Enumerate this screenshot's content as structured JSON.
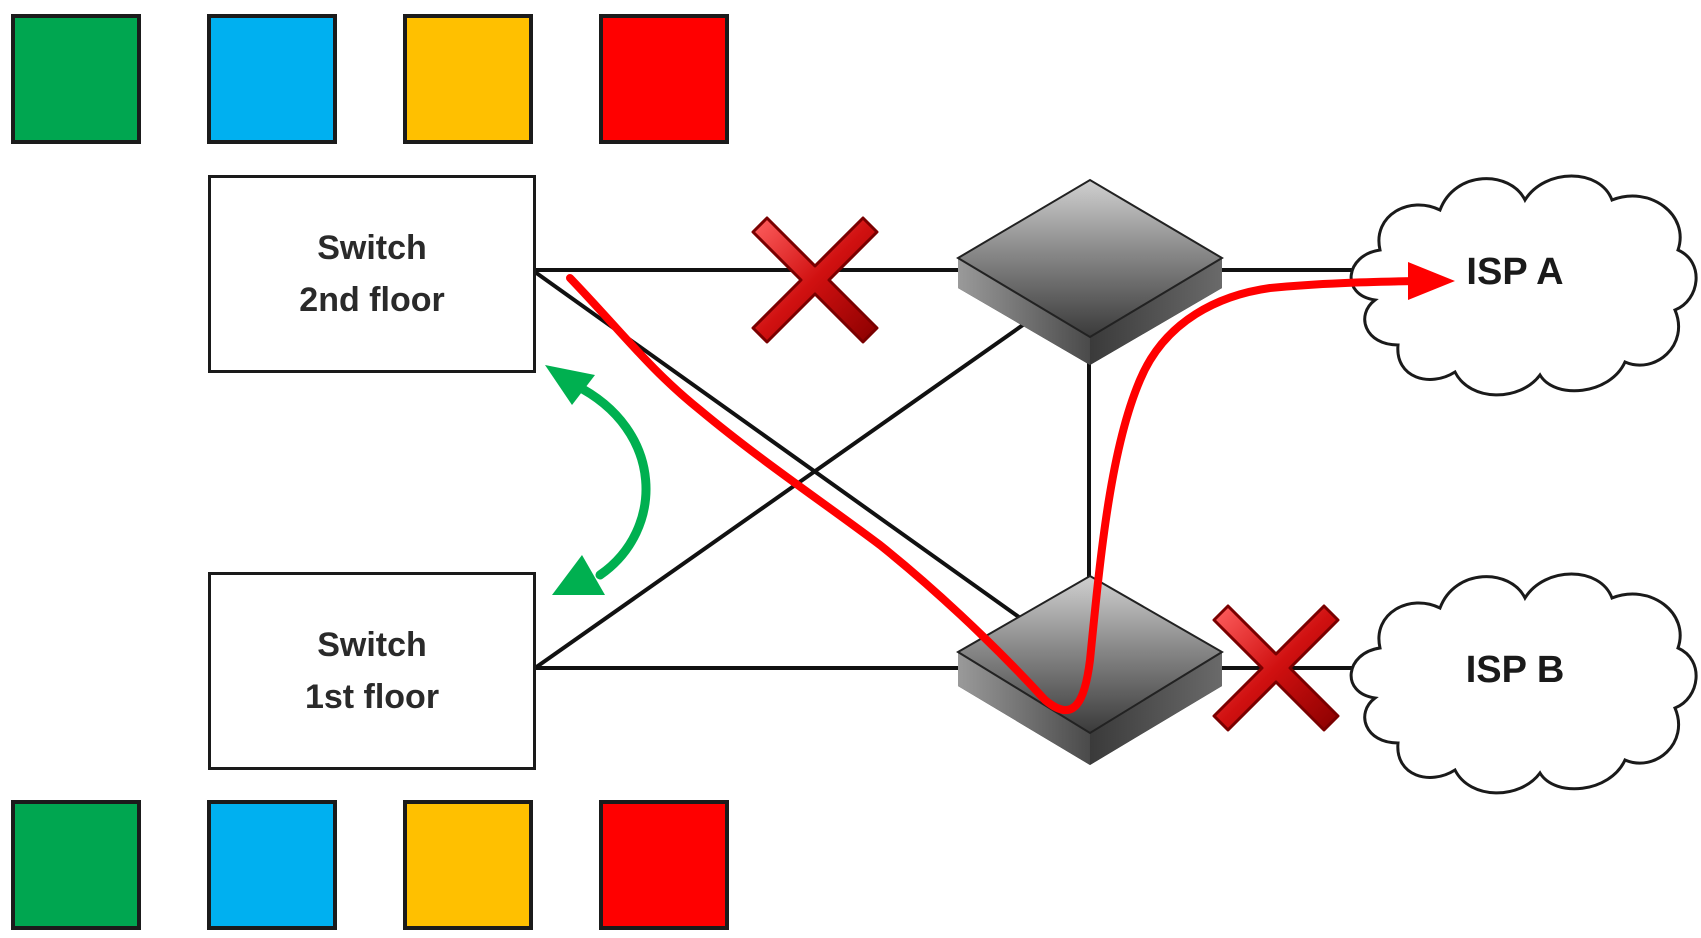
{
  "switches": {
    "second_floor": {
      "line1": "Switch",
      "line2": "2nd floor"
    },
    "first_floor": {
      "line1": "Switch",
      "line2": "1st floor"
    }
  },
  "clouds": {
    "isp_a": {
      "label": "ISP A"
    },
    "isp_b": {
      "label": "ISP B"
    }
  },
  "vlan_colors": [
    "#00a650",
    "#00b0f0",
    "#ffc000",
    "#ff0000"
  ],
  "legend_colors": {
    "traffic_path": "#ff0000",
    "failed_link_marker": "#c00000",
    "stack_link": "#00b050",
    "core_switch": "#555555"
  },
  "icons": {
    "failed_link_top": "x-mark-icon",
    "failed_link_isp_b": "x-mark-icon",
    "core_switch": "network-switch-icon",
    "cloud": "cloud-icon"
  }
}
